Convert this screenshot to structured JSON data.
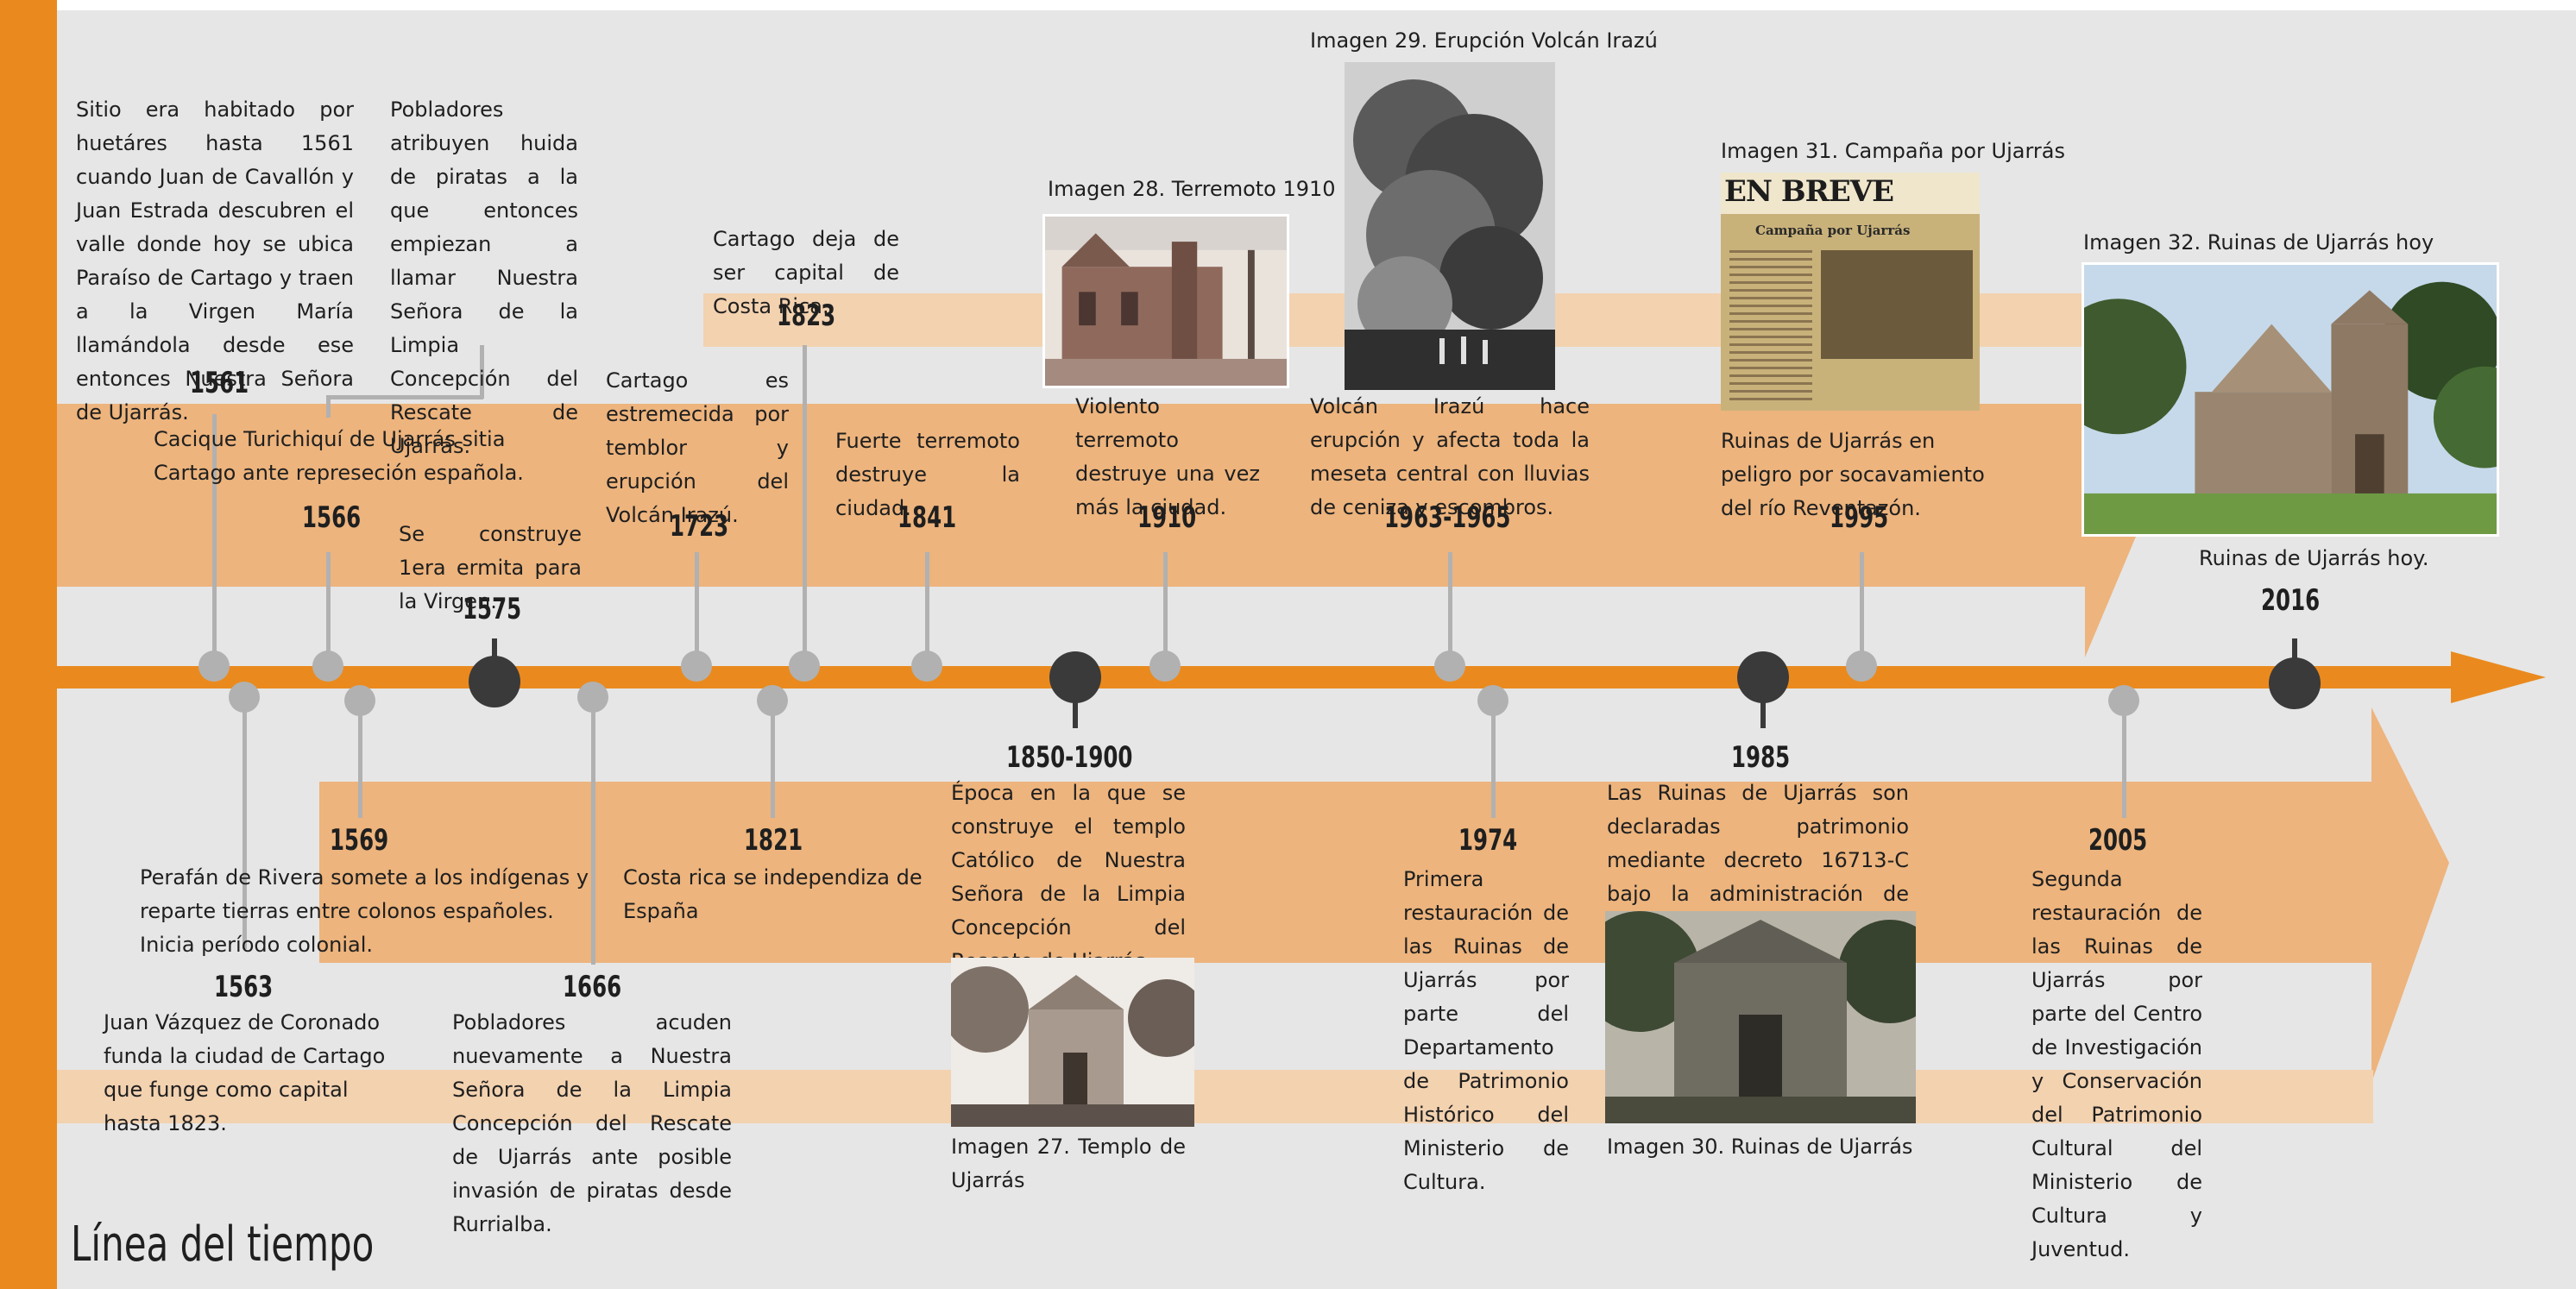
{
  "title": "Línea del tiempo",
  "colors": {
    "accent": "#ea8a1e",
    "band_light": "#f3d2b0",
    "band_mid": "#edb47d",
    "marker_light": "#b1b1b1",
    "marker_dark": "#3a3a3a",
    "background": "#e6e6e6"
  },
  "events": {
    "e1561": {
      "year": "1561",
      "text": "Sitio era habitado por huetáres hasta 1561 cuando Juan de Cavallón y Juan Estrada descubren el valle donde hoy se ubica Paraíso de Cartago y traen a la Virgen María llamándola desde ese entonces Nuestra Señora de Ujarrás."
    },
    "e1563": {
      "year": "1563",
      "text": "Juan Vázquez de Coronado funda la ciudad de Cartago que funge como capital hasta 1823."
    },
    "e1566": {
      "year": "1566",
      "text": "Cacique Turichiquí de Ujarrás sitia Cartago ante represeción española."
    },
    "e1569": {
      "year": "1569",
      "text": "Perafán de Rivera somete a los indígenas y reparte tierras entre colonos españoles. Inicia período colonial."
    },
    "e1575": {
      "year": "1575",
      "text": "Se construye 1era ermita para la Virgen."
    },
    "pobladores": {
      "text": "Pobladores atribuyen huida de piratas a la que entonces empiezan a llamar Nuestra Señora de la Limpia Concepción del Rescate de Ujarrás."
    },
    "e1666": {
      "year": "1666",
      "text": "Pobladores acuden nuevamente a Nuestra Señora de la Limpia Concepción del Rescate de Ujarrás ante posible invasión de piratas desde Rurrialba."
    },
    "e1723": {
      "year": "1723",
      "text": "Cartago es estremecida por temblor y erupción del Volcán Irazú."
    },
    "e1821": {
      "year": "1821",
      "text": "Costa rica se independiza de España"
    },
    "e1823": {
      "year": "1823",
      "text": "Cartago deja de ser capital de Costa Rica."
    },
    "e1841": {
      "year": "1841",
      "text": "Fuerte terremoto destruye la ciudad."
    },
    "e1850": {
      "year": "1850-1900",
      "text": "Época en la que se construye el templo Católico de Nuestra Señora de la Limpia Concepción del Rescate de Ujarrás."
    },
    "e1910": {
      "year": "1910",
      "text": "Violento terremoto destruye una vez más la ciudad."
    },
    "e1963": {
      "year": "1963-1965",
      "text": "Volcán Irazú hace erupción y afecta toda la meseta central con lluvias de ceniza y escombros."
    },
    "e1974": {
      "year": "1974",
      "text": "Primera restauración de las Ruinas de Ujarrás por parte del Departamento de Patrimonio Histórico del Ministerio de Cultura."
    },
    "e1985": {
      "year": "1985",
      "text": "Las Ruinas de Ujarrás son declaradas patrimonio mediante decreto 16713-C bajo la administración de Luis Alberto Monge."
    },
    "e1995": {
      "year": "1995",
      "text": "Ruinas de Ujarrás en peligro por socavamiento del río Reventazón."
    },
    "e2005": {
      "year": "2005",
      "text": "Segunda restauración de las Ruinas de Ujarrás por parte del Centro de Investigación y Conservación del Patrimonio Cultural del Ministerio de Cultura y Juventud."
    },
    "e2016": {
      "year": "2016",
      "text": "Ruinas de Ujarrás hoy."
    }
  },
  "images": {
    "img27": {
      "caption": "Imagen 27. Templo de Ujarrás"
    },
    "img28": {
      "caption": "Imagen 28. Terremoto 1910"
    },
    "img29": {
      "caption": "Imagen 29. Erupción Volcán Irazú"
    },
    "img30": {
      "caption": "Imagen 30. Ruinas de Ujarrás"
    },
    "img31": {
      "caption": "Imagen 31. Campaña por Ujarrás",
      "headline": "EN BREVE",
      "subhead": "Campaña por Ujarrás"
    },
    "img32": {
      "caption": "Imagen 32. Ruinas de Ujarrás hoy"
    }
  }
}
